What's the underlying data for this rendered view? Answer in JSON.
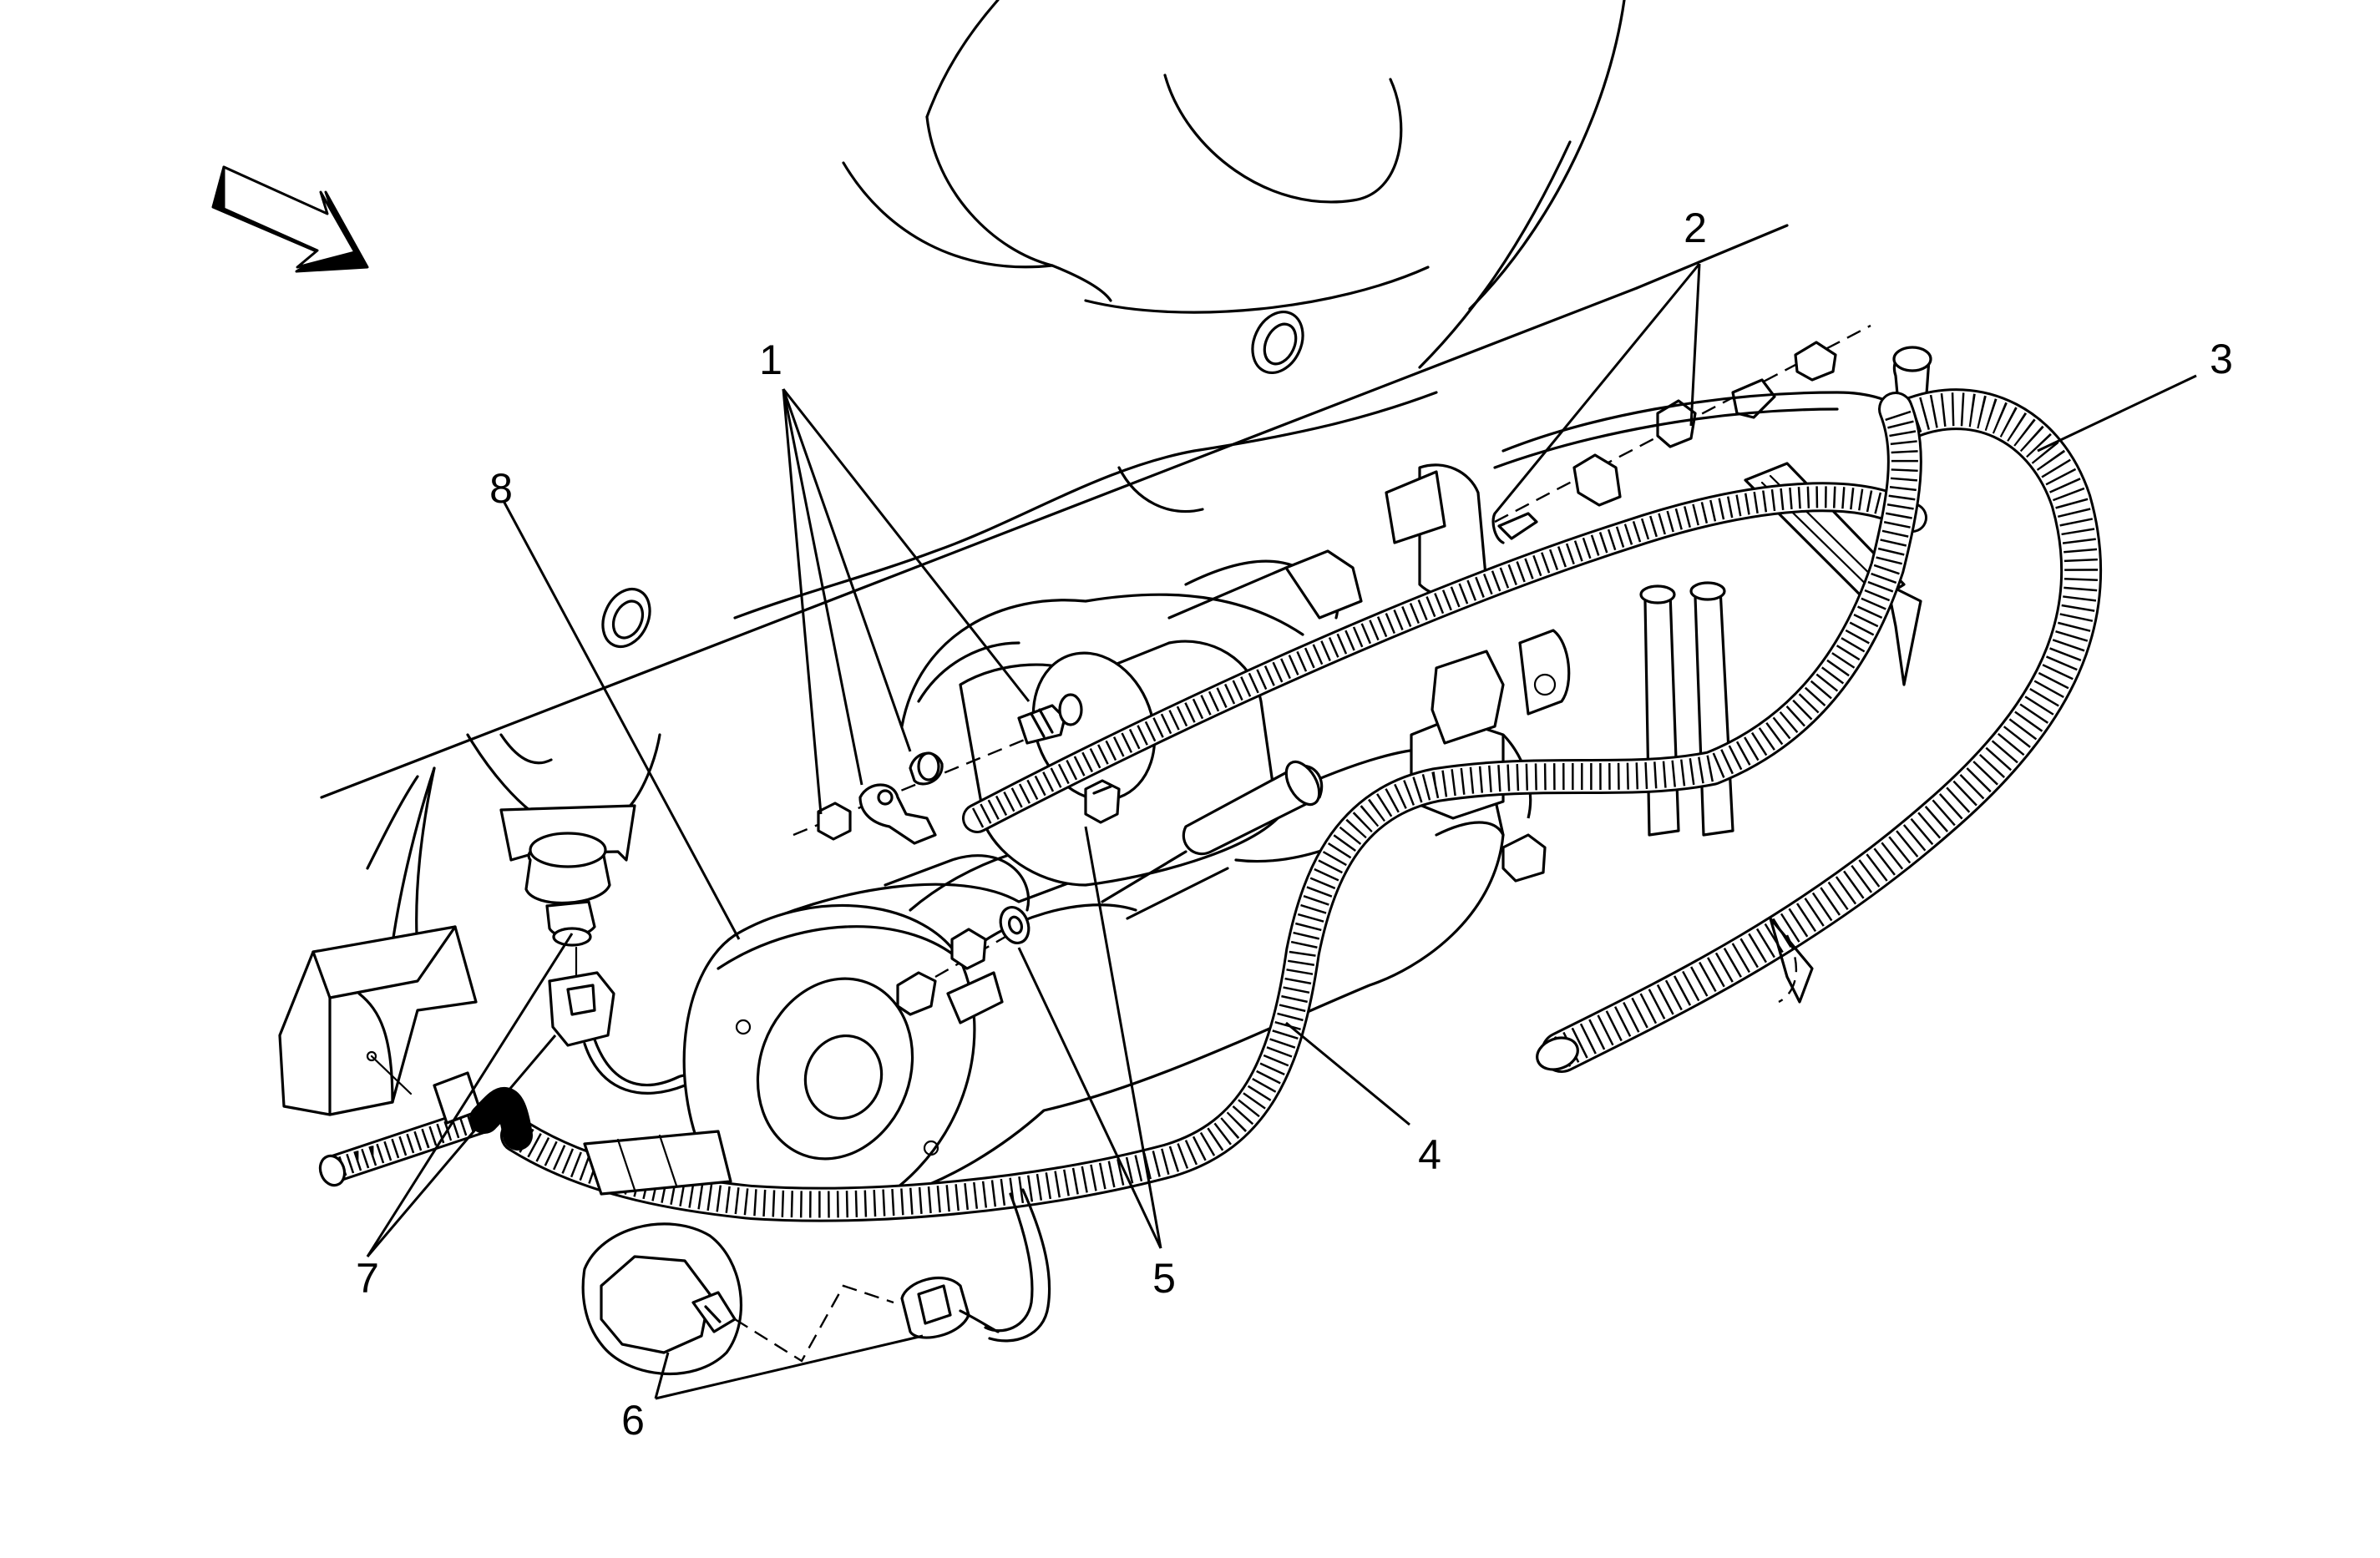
{
  "callouts": {
    "c1": "1",
    "c2": "2",
    "c3": "3",
    "c4": "4",
    "c5": "5",
    "c6": "6",
    "c7": "7",
    "c8": "8"
  },
  "colors": {
    "line": "#000000",
    "background": "#ffffff"
  },
  "icons": {
    "direction": "view-direction-arrow-icon"
  }
}
